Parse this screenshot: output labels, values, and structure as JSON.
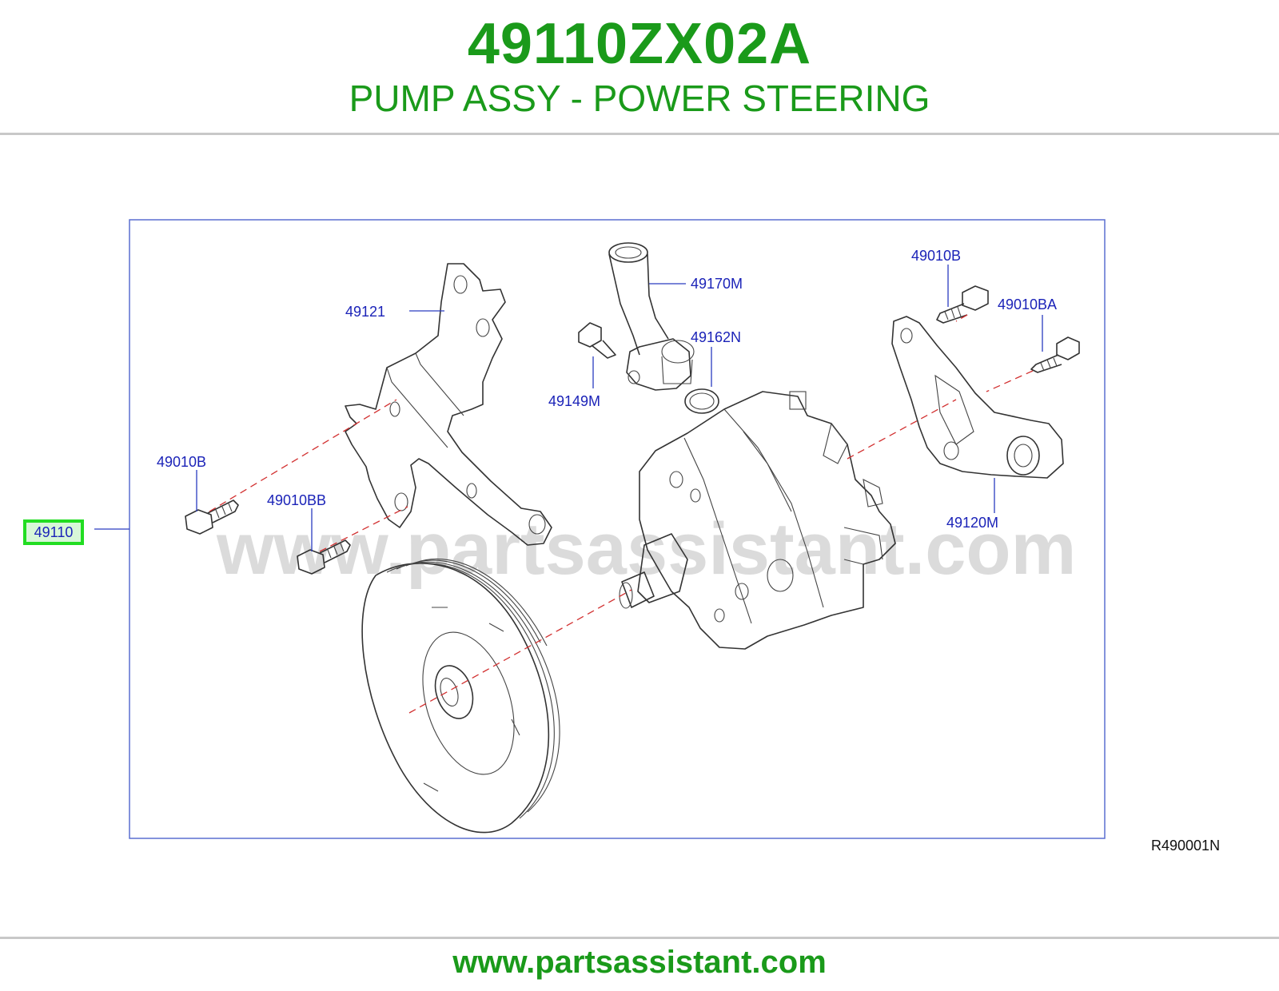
{
  "header": {
    "part_number": "49110ZX02A",
    "part_name": "PUMP ASSY - POWER STEERING"
  },
  "diagram": {
    "watermark": "www.partsassistant.com",
    "ref_code": "R490001N",
    "selected_callout": "49110",
    "callouts": {
      "bracket_front": "49121",
      "bracket_rear": "49120M",
      "pipe": "49170M",
      "o_ring": "49162N",
      "pipe_bolt": "49149M",
      "bolt_top": "49010B",
      "bolt_top_a": "49010BA",
      "bolt_left": "49010B",
      "bolt_left_b": "49010BB"
    }
  },
  "footer": {
    "url": "www.partsassistant.com"
  },
  "colors": {
    "brand_green": "#1a9a1a",
    "callout_blue": "#1b23b8",
    "highlight_green": "#22dd22"
  }
}
